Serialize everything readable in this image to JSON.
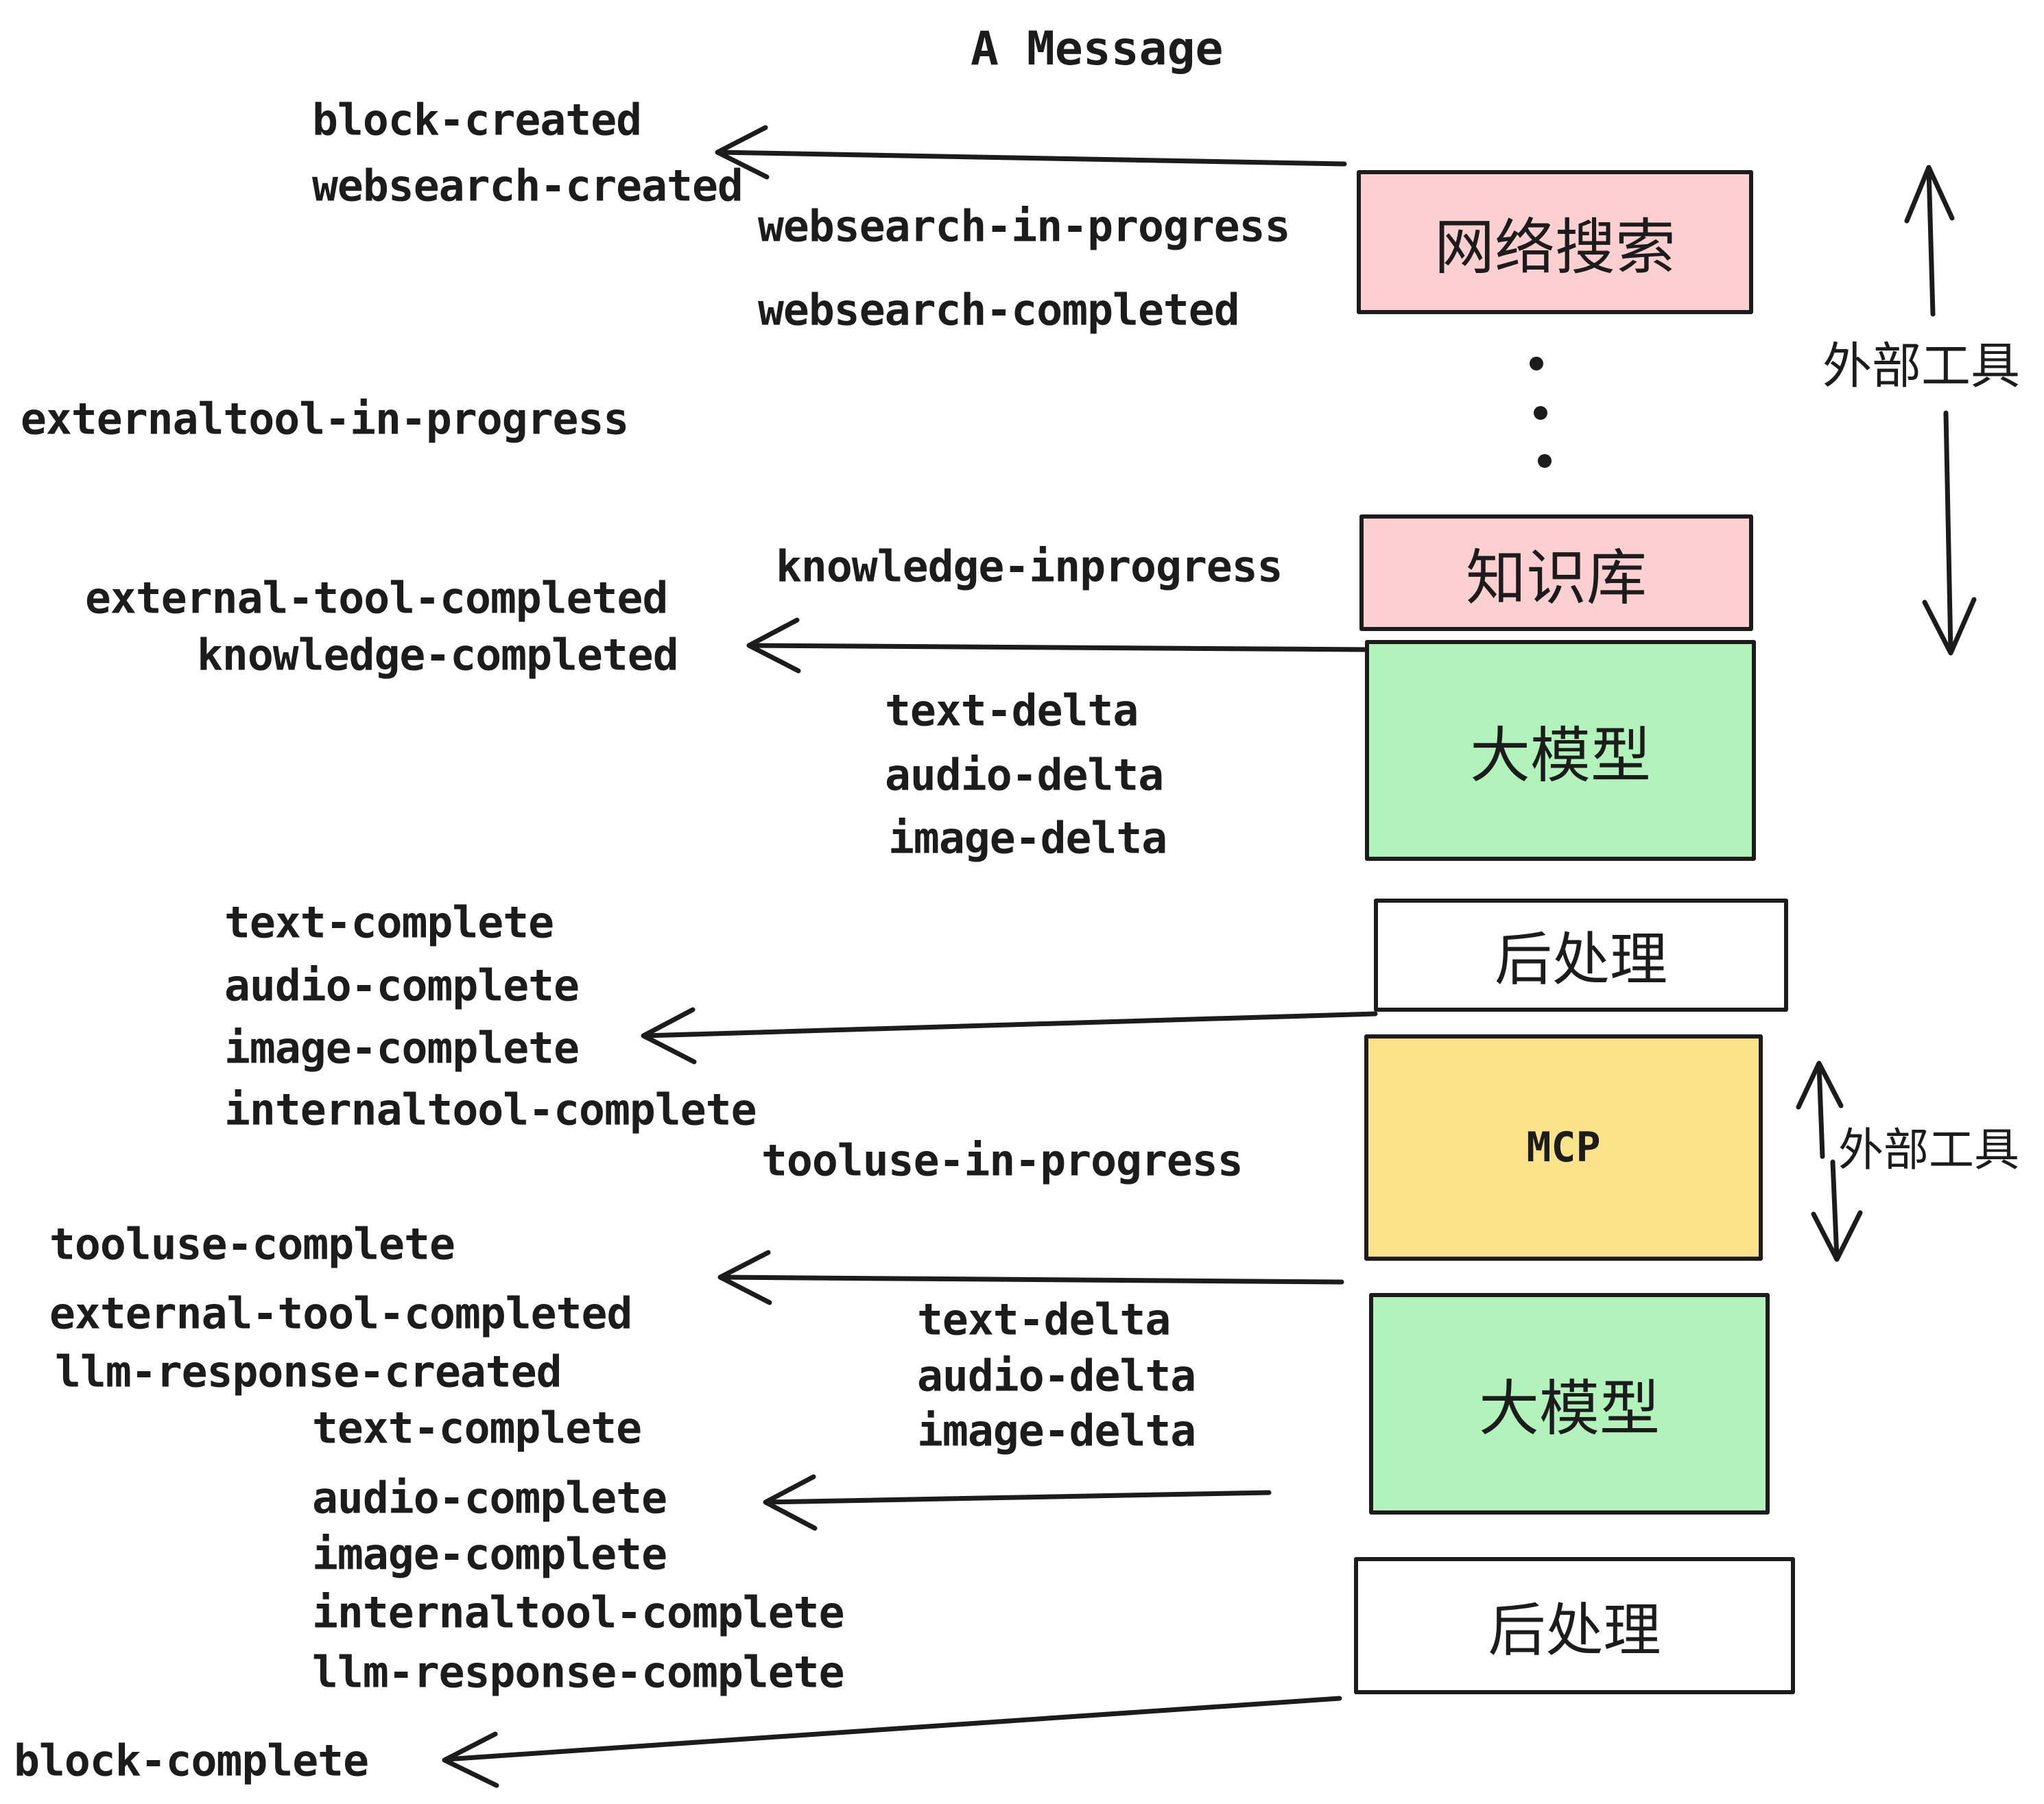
{
  "title": "A Message",
  "boxes": [
    {
      "label": "网络搜索",
      "color": "#fcd0d0"
    },
    {
      "label": "知识库",
      "color": "#fcd0d0"
    },
    {
      "label": "大模型",
      "color": "#b2f2bb"
    },
    {
      "label": "后处理",
      "color": "#ffffff"
    },
    {
      "label": "MCP",
      "color": "#fbe38a"
    },
    {
      "label": "大模型",
      "color": "#b2f2bb"
    },
    {
      "label": "后处理",
      "color": "#ffffff"
    }
  ],
  "side_labels": [
    {
      "label": "外部工具"
    },
    {
      "label": "外部工具"
    }
  ],
  "events": [
    {
      "text": "block-created"
    },
    {
      "text": "websearch-created"
    },
    {
      "text": "websearch-in-progress"
    },
    {
      "text": "websearch-completed"
    },
    {
      "text": "externaltool-in-progress"
    },
    {
      "text": "knowledge-inprogress"
    },
    {
      "text": "external-tool-completed"
    },
    {
      "text": "knowledge-completed"
    },
    {
      "text": "text-delta"
    },
    {
      "text": "audio-delta"
    },
    {
      "text": "image-delta"
    },
    {
      "text": "text-complete"
    },
    {
      "text": "audio-complete"
    },
    {
      "text": "image-complete"
    },
    {
      "text": "internaltool-complete"
    },
    {
      "text": "tooluse-in-progress"
    },
    {
      "text": "tooluse-complete"
    },
    {
      "text": "external-tool-completed"
    },
    {
      "text": "llm-response-created"
    },
    {
      "text": "text-delta"
    },
    {
      "text": "audio-delta"
    },
    {
      "text": "image-delta"
    },
    {
      "text": "text-complete"
    },
    {
      "text": "audio-complete"
    },
    {
      "text": "image-complete"
    },
    {
      "text": "internaltool-complete"
    },
    {
      "text": "llm-response-complete"
    },
    {
      "text": "block-complete"
    }
  ],
  "colors": {
    "stroke": "#1c1c1c",
    "background": "#ffffff",
    "box_pink": "#fcd0d0",
    "box_green": "#b2f2bb",
    "box_yellow": "#fbe38a"
  }
}
